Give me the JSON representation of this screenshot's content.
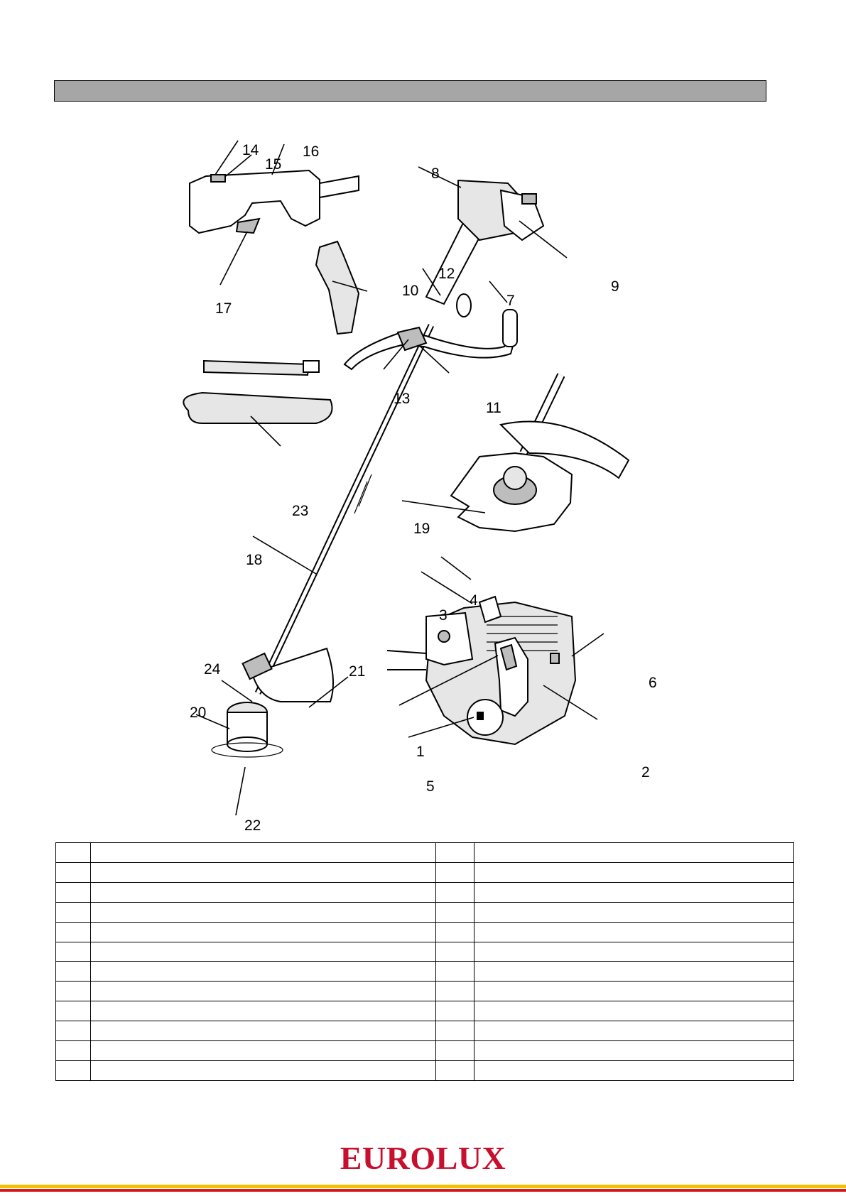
{
  "header": {
    "section_title": ""
  },
  "figure": {
    "callouts": [
      "1",
      "2",
      "3",
      "4",
      "5",
      "6",
      "7",
      "8",
      "9",
      "10",
      "11",
      "12",
      "13",
      "14",
      "15",
      "16",
      "17",
      "18",
      "19",
      "20",
      "21",
      "22",
      "23",
      "24"
    ]
  },
  "parts_table": {
    "rows": [
      {
        "num_left": "",
        "name_left": "",
        "num_right": "",
        "name_right": ""
      },
      {
        "num_left": "",
        "name_left": "",
        "num_right": "",
        "name_right": ""
      },
      {
        "num_left": "",
        "name_left": "",
        "num_right": "",
        "name_right": ""
      },
      {
        "num_left": "",
        "name_left": "",
        "num_right": "",
        "name_right": ""
      },
      {
        "num_left": "",
        "name_left": "",
        "num_right": "",
        "name_right": ""
      },
      {
        "num_left": "",
        "name_left": "",
        "num_right": "",
        "name_right": ""
      },
      {
        "num_left": "",
        "name_left": "",
        "num_right": "",
        "name_right": ""
      },
      {
        "num_left": "",
        "name_left": "",
        "num_right": "",
        "name_right": ""
      },
      {
        "num_left": "",
        "name_left": "",
        "num_right": "",
        "name_right": ""
      },
      {
        "num_left": "",
        "name_left": "",
        "num_right": "",
        "name_right": ""
      },
      {
        "num_left": "",
        "name_left": "",
        "num_right": "",
        "name_right": ""
      },
      {
        "num_left": "",
        "name_left": "",
        "num_right": "",
        "name_right": ""
      }
    ]
  },
  "footer": {
    "brand": "EUROLUX",
    "brand_color": "#c8102e",
    "rule_gold": "#f2c200",
    "rule_red": "#d7191c"
  }
}
